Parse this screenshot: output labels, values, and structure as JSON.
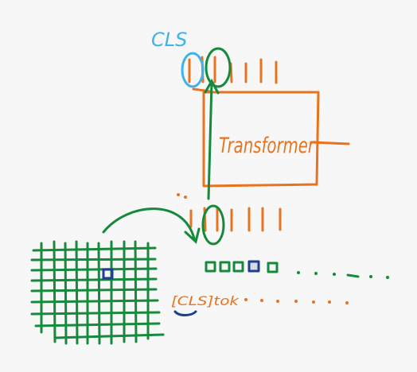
{
  "labels": {
    "cls_title": "CLS",
    "transformer": "Transformer",
    "cls_token": "[CLS]tok"
  },
  "colors": {
    "background": "#f7f7f7",
    "orange": "#e8731f",
    "green": "#168a3c",
    "blue_light": "#3fb3e6",
    "blue_dark": "#1d3f8f"
  }
}
